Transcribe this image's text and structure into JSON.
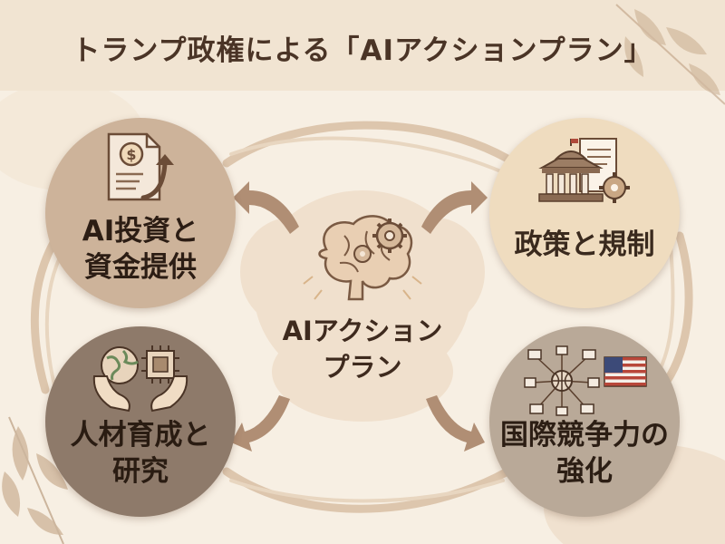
{
  "title": "トランプ政権による「AIアクションプラン」",
  "center": {
    "label_line1": "AIアクション",
    "label_line2": "プラン",
    "icon": "brain-gears-icon"
  },
  "nodes": [
    {
      "id": "investment",
      "line1": "AI投資と",
      "line2": "資金提供",
      "icon": "money-document-growth-icon",
      "color": "#cdb39a",
      "text_color": "#2c1d14"
    },
    {
      "id": "policy",
      "line1": "政策と規制",
      "line2": "",
      "icon": "government-building-gear-icon",
      "color": "#efdcbf",
      "text_color": "#3a2a1e"
    },
    {
      "id": "talent",
      "line1": "人材育成と",
      "line2": "研究",
      "icon": "hands-globe-chip-icon",
      "color": "#8e7a6a",
      "text_color": "#2a1c12"
    },
    {
      "id": "competitiveness",
      "line1": "国際競争力の",
      "line2": "強化",
      "icon": "network-flag-icon",
      "color": "#b9a998",
      "text_color": "#2c1e14"
    }
  ],
  "colors": {
    "background": "#f7efe3",
    "title_bar": "#f1e4d2",
    "title_text": "#4a3426",
    "ribbon": "#d9bfa4",
    "arrow": "#b08e74"
  }
}
